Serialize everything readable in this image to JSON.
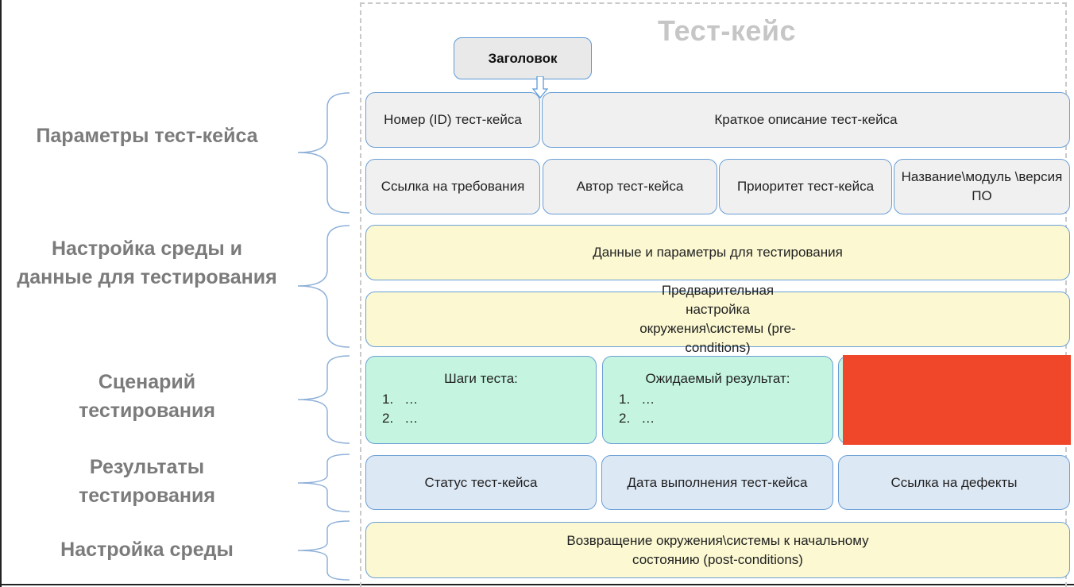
{
  "title": "Тест-кейс",
  "header_callout": "Заголовок",
  "sections": {
    "params": "Параметры тест-кейса",
    "setup": "Настройка среды и данные для тестирования",
    "scenario": "Сценарий тестирования",
    "results": "Результаты тестирования",
    "teardown": "Настройка среды"
  },
  "params_row1": {
    "id": "Номер (ID) тест-кейса",
    "summary": "Краткое описание тест-кейса"
  },
  "params_row2": {
    "requirements": "Ссылка на требования",
    "author": "Автор тест-кейса",
    "priority": "Приоритет тест-кейса",
    "module": "Название\\модуль \\версия ПО"
  },
  "setup": {
    "data": "Данные и параметры для тестирования",
    "preconditions": "Предварительная настройка окружения\\системы (pre-conditions)"
  },
  "scenario": {
    "steps": {
      "title": "Шаги теста:",
      "items": [
        "1.",
        "…",
        "2.",
        "…"
      ]
    },
    "expected": {
      "title": "Ожидаемый результат:",
      "items": [
        "1.",
        "…",
        "2.",
        "…"
      ]
    }
  },
  "results": {
    "status": "Статус тест-кейса",
    "date": "Дата выполнения тест-кейса",
    "defects": "Ссылка на дефекты"
  },
  "teardown": {
    "postconditions": "Возвращение окружения\\системы к начальному состоянию (post-conditions)"
  },
  "colors": {
    "gray": "#f0f0f0",
    "yellow": "#fbf8d2",
    "green": "#c5f5e0",
    "blue": "#dde8f5",
    "border": "#6a9fd6",
    "redaction": "#f0462a",
    "label": "#7b7b7b",
    "title": "#c6c6c6"
  }
}
